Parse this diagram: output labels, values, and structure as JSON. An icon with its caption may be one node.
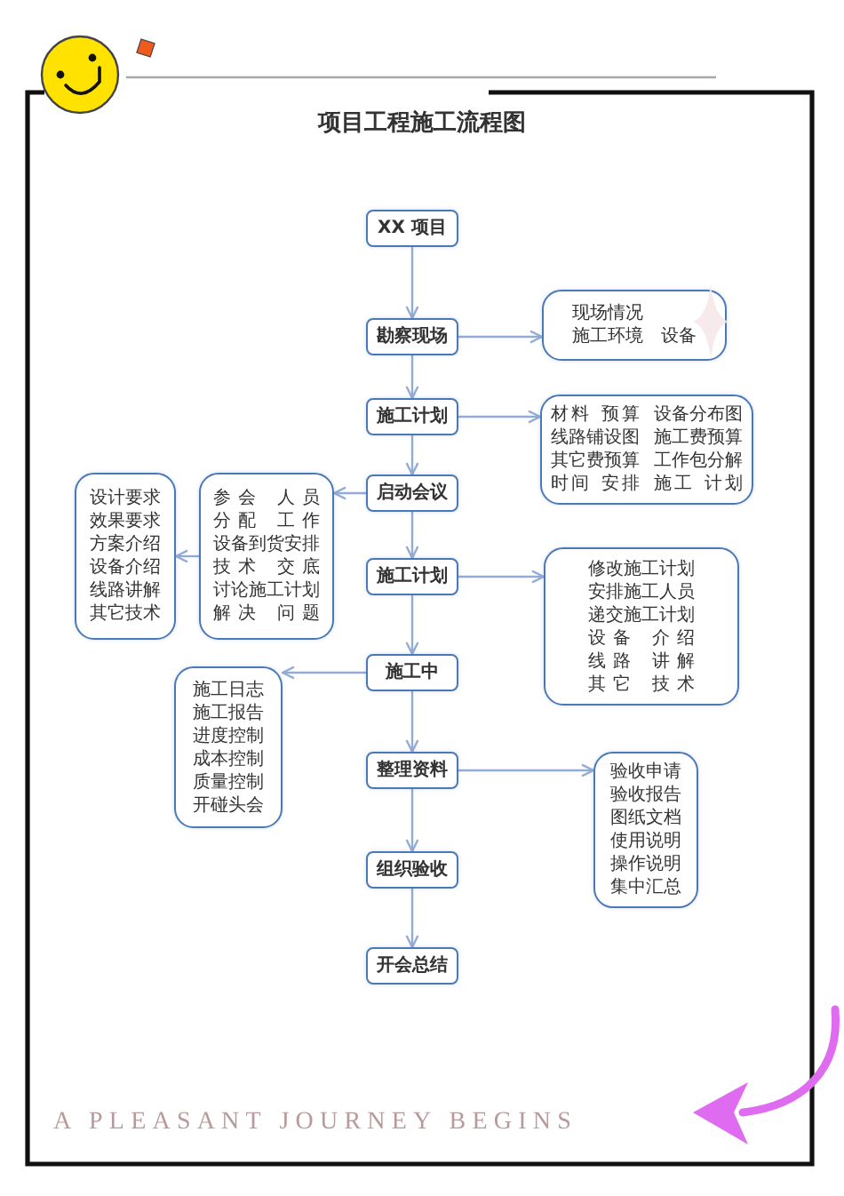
{
  "diagram": {
    "title": "项目工程施工流程图",
    "nodes": [
      {
        "text": [
          "XX 项目"
        ]
      },
      {
        "text": [
          "勘察现场"
        ]
      },
      {
        "text": [
          "现场情况",
          "施工环境",
          "设备"
        ]
      },
      {
        "text": [
          "施工计划"
        ]
      },
      {
        "text": [
          "材料 预算",
          "设备分布图",
          "线路铺设图",
          "施工费预算",
          "其它费预算",
          "工作包分解",
          "时间 安排",
          "施工 计划"
        ]
      },
      {
        "text": [
          "启动会议"
        ]
      },
      {
        "text": [
          "参会 人员",
          "分配 工作",
          "设备到货安排",
          "技术 交底",
          "讨论施工计划",
          "解决 问题"
        ]
      },
      {
        "text": [
          "设计要求",
          "效果要求",
          "方案介绍",
          "设备介绍",
          "线路讲解",
          "其它技术"
        ]
      },
      {
        "text": [
          "施工计划"
        ]
      },
      {
        "text": [
          "修改施工计划",
          "安排施工人员",
          "递交施工计划",
          "设备 介绍",
          "线路 讲解",
          "其它 技术"
        ]
      },
      {
        "text": [
          "施工中"
        ]
      },
      {
        "text": [
          "施工日志",
          "施工报告",
          "进度控制",
          "成本控制",
          "质量控制",
          "开碰头会"
        ]
      },
      {
        "text": [
          "整理资料"
        ]
      },
      {
        "text": [
          "验收申请",
          "验收报告",
          "图纸文档",
          "使用说明",
          "操作说明",
          "集中汇总"
        ]
      },
      {
        "text": [
          "组织验收"
        ]
      },
      {
        "text": [
          "开会总结"
        ]
      }
    ],
    "edges": [
      {
        "from": 0,
        "to": 1,
        "arrow": "to"
      },
      {
        "from": 1,
        "to": 2,
        "arrow": "to"
      },
      {
        "from": 1,
        "to": 3,
        "arrow": "to"
      },
      {
        "from": 3,
        "to": 4,
        "arrow": "to"
      },
      {
        "from": 3,
        "to": 5,
        "arrow": "to"
      },
      {
        "from": 5,
        "to": 6,
        "arrow": "to"
      },
      {
        "from": 6,
        "to": 7,
        "arrow": "to"
      },
      {
        "from": 5,
        "to": 8,
        "arrow": "to"
      },
      {
        "from": 8,
        "to": 9,
        "arrow": "to"
      },
      {
        "from": 8,
        "to": 10,
        "arrow": "to"
      },
      {
        "from": 10,
        "to": 11,
        "arrow": "to"
      },
      {
        "from": 10,
        "to": 12,
        "arrow": "to"
      },
      {
        "from": 12,
        "to": 13,
        "arrow": "to"
      },
      {
        "from": 12,
        "to": 14,
        "arrow": "to"
      },
      {
        "from": 14,
        "to": 15,
        "arrow": "to"
      }
    ],
    "labels": [
      "A PLEASANT JOURNEY BEGINS"
    ]
  }
}
